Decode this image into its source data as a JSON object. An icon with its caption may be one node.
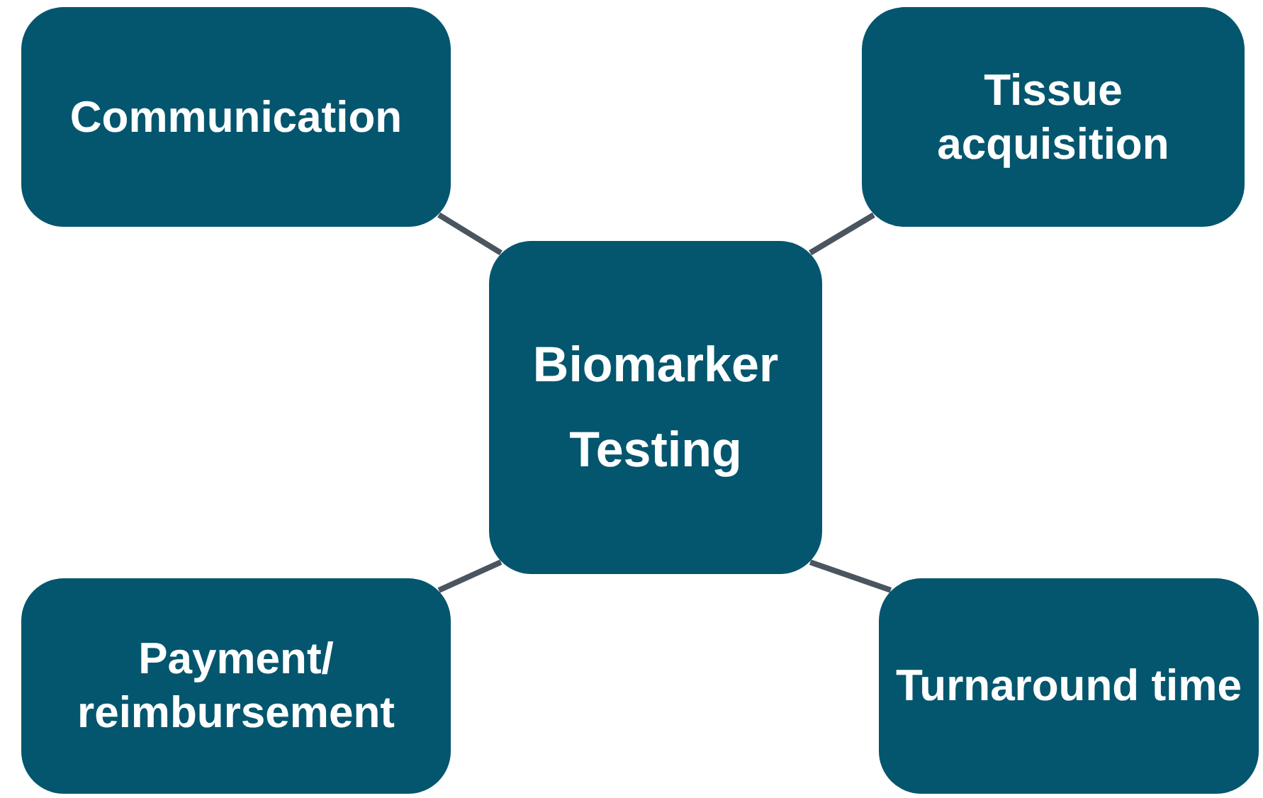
{
  "diagram": {
    "nodes": [
      {
        "text": [
          "Communication"
        ]
      },
      {
        "text": [
          "Tissue acquisition"
        ]
      },
      {
        "text": [
          "Biomarker Testing"
        ]
      },
      {
        "text": [
          "Payment/ reimbursement"
        ]
      },
      {
        "text": [
          "Turnaround time"
        ]
      }
    ],
    "edges": [
      {
        "from": 2,
        "to": 0,
        "arrow": "none"
      },
      {
        "from": 2,
        "to": 1,
        "arrow": "none"
      },
      {
        "from": 2,
        "to": 3,
        "arrow": "none"
      },
      {
        "from": 2,
        "to": 4,
        "arrow": "none"
      }
    ]
  }
}
